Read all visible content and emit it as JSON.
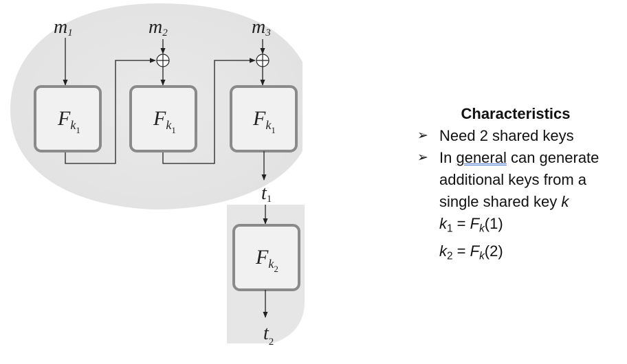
{
  "diagram": {
    "inputs": [
      {
        "base": "m",
        "sub": "1"
      },
      {
        "base": "m",
        "sub": "2"
      },
      {
        "base": "m",
        "sub": "3"
      }
    ],
    "blocks": [
      {
        "base": "F",
        "sub": "k",
        "subsub": "1"
      },
      {
        "base": "F",
        "sub": "k",
        "subsub": "1"
      },
      {
        "base": "F",
        "sub": "k",
        "subsub": "1"
      },
      {
        "base": "F",
        "sub": "k",
        "subsub": "2"
      }
    ],
    "outputs": [
      {
        "base": "t",
        "sub": "1"
      },
      {
        "base": "t",
        "sub": "2"
      }
    ],
    "colors": {
      "shade": "#ececec",
      "block_fill": "#f1f1f1",
      "block_border": "#8a8a8a"
    }
  },
  "notes": {
    "heading": "Characteristics",
    "bullet_1": "Need 2 shared keys",
    "bullet_2_pre": "In ",
    "bullet_2_underlined": "general",
    "bullet_2_post": " can generate",
    "line_2": "additional keys from a",
    "line_3_pre": "single shared key ",
    "line_3_key": "k",
    "eq1": {
      "lhs": "k",
      "lhs_sub": "1",
      "eq": " = ",
      "f": "F",
      "f_sub": "k",
      "arg": "(1)"
    },
    "eq2": {
      "lhs": "k",
      "lhs_sub": "2",
      "eq": " = ",
      "f": "F",
      "f_sub": "k",
      "arg": "(2)"
    }
  }
}
